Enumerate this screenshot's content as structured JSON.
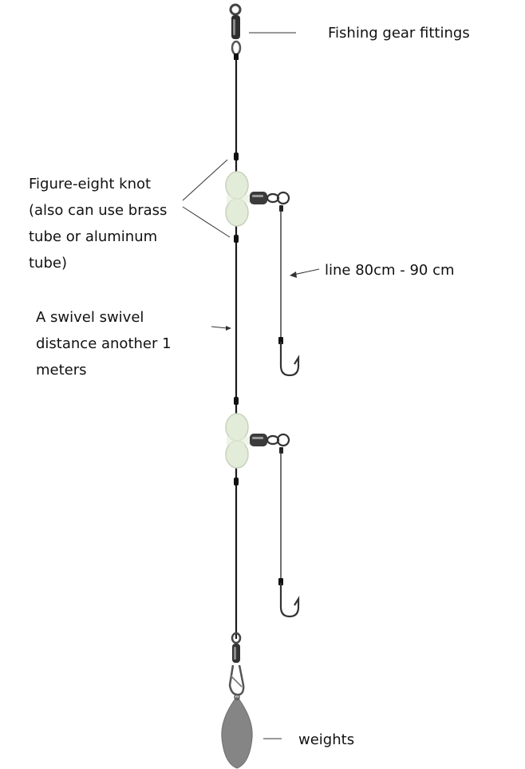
{
  "labels": {
    "fittings": "Fishing gear fittings",
    "knot": [
      "Figure-eight knot",
      "(also can use brass",
      "tube or aluminum",
      "tube)"
    ],
    "line_length": "line 80cm - 90 cm",
    "swivel_distance": [
      "A swivel swivel",
      "distance another 1",
      "meters"
    ],
    "weights": "weights"
  },
  "colors": {
    "line": "#1a1a1a",
    "bead": "#e3ecd9",
    "bead_edge": "#c7d2bb",
    "swivel": "#3b3b3b",
    "sinker": "#858585",
    "leader_line": "#333333"
  },
  "icons": [
    "top-swivel-icon",
    "bead-swivel-icon",
    "fish-hook-icon",
    "snap-swivel-icon",
    "sinker-weight-icon"
  ]
}
